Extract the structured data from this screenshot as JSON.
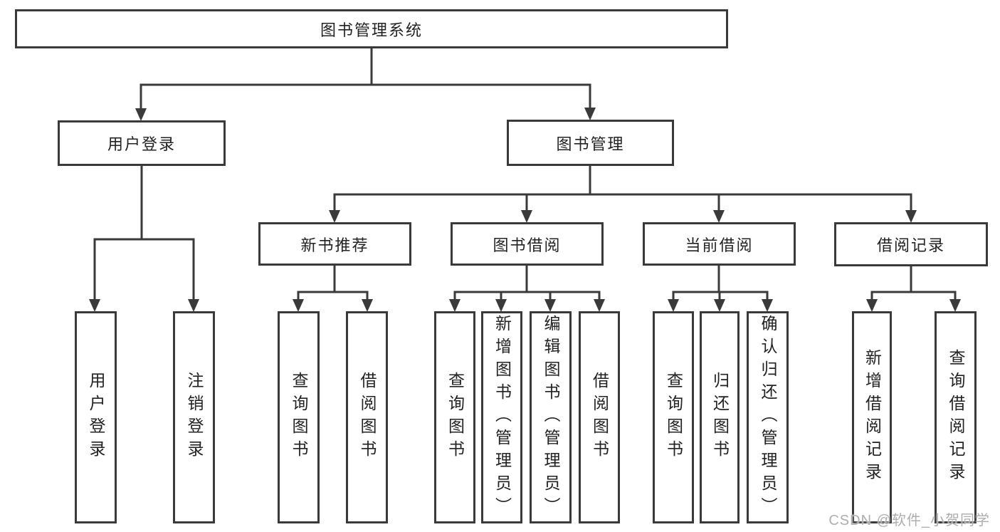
{
  "diagram": {
    "type": "hierarchy-tree",
    "root": {
      "label": "图书管理系统",
      "children": [
        {
          "label": "用户登录",
          "children": [
            {
              "label": "用户登录"
            },
            {
              "label": "注销登录"
            }
          ]
        },
        {
          "label": "图书管理",
          "children": [
            {
              "label": "新书推荐",
              "children": [
                {
                  "label": "查询图书"
                },
                {
                  "label": "借阅图书"
                }
              ]
            },
            {
              "label": "图书借阅",
              "children": [
                {
                  "label": "查询图书"
                },
                {
                  "label": "新增图书（管理员）"
                },
                {
                  "label": "编辑图书（管理员）"
                },
                {
                  "label": "借阅图书"
                }
              ]
            },
            {
              "label": "当前借阅",
              "children": [
                {
                  "label": "查询图书"
                },
                {
                  "label": "归还图书"
                },
                {
                  "label": "确认归还（管理员）"
                }
              ]
            },
            {
              "label": "借阅记录",
              "children": [
                {
                  "label": "新增借阅记录"
                },
                {
                  "label": "查询借阅记录"
                }
              ]
            }
          ]
        }
      ]
    }
  },
  "watermark": {
    "text": "CSDN @软件_小贺同学"
  },
  "colors": {
    "line": "#3a3a3a",
    "box_border": "#3a3a3a",
    "text": "#222222",
    "background": "#ffffff",
    "watermark": "#aeaeae"
  }
}
